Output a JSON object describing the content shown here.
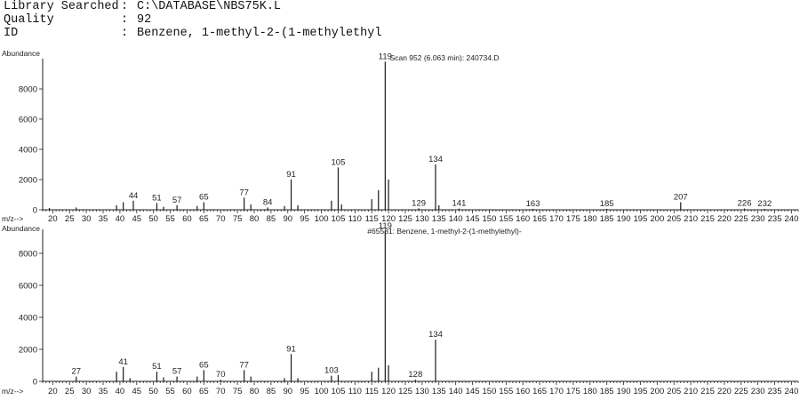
{
  "header": {
    "rows": [
      {
        "label": "Library Searched",
        "value": "C:\\DATABASE\\NBS75K.L"
      },
      {
        "label": "Quality",
        "value": "92"
      },
      {
        "label": "ID",
        "value": "Benzene, 1-methyl-2-(1-methylethyl"
      }
    ]
  },
  "chart_data": [
    {
      "type": "bar",
      "title": "Scan 952 (6.063 min): 240734.D",
      "ylabel": "Abundance",
      "xlabel": "m/z-->",
      "xlim": [
        17,
        242
      ],
      "ylim": [
        0,
        10000
      ],
      "yticks": [
        0,
        2000,
        4000,
        6000,
        8000
      ],
      "xticks": [
        20,
        25,
        30,
        35,
        40,
        45,
        50,
        55,
        60,
        65,
        70,
        75,
        80,
        85,
        90,
        95,
        100,
        105,
        110,
        115,
        120,
        125,
        130,
        135,
        140,
        145,
        150,
        155,
        160,
        165,
        170,
        175,
        180,
        185,
        190,
        195,
        200,
        205,
        210,
        215,
        220,
        225,
        230,
        235,
        240
      ],
      "peaks": [
        {
          "mz": 19,
          "abundance": 120
        },
        {
          "mz": 27,
          "abundance": 150
        },
        {
          "mz": 39,
          "abundance": 300
        },
        {
          "mz": 41,
          "abundance": 500
        },
        {
          "mz": 44,
          "abundance": 600,
          "label": "44"
        },
        {
          "mz": 51,
          "abundance": 450,
          "label": "51"
        },
        {
          "mz": 53,
          "abundance": 200
        },
        {
          "mz": 57,
          "abundance": 300,
          "label": "57"
        },
        {
          "mz": 63,
          "abundance": 250
        },
        {
          "mz": 65,
          "abundance": 500,
          "label": "65"
        },
        {
          "mz": 77,
          "abundance": 800,
          "label": "77"
        },
        {
          "mz": 79,
          "abundance": 350
        },
        {
          "mz": 84,
          "abundance": 150,
          "label": "84"
        },
        {
          "mz": 89,
          "abundance": 250
        },
        {
          "mz": 91,
          "abundance": 2000,
          "label": "91"
        },
        {
          "mz": 93,
          "abundance": 300
        },
        {
          "mz": 103,
          "abundance": 600
        },
        {
          "mz": 105,
          "abundance": 2800,
          "label": "105"
        },
        {
          "mz": 106,
          "abundance": 350
        },
        {
          "mz": 115,
          "abundance": 700
        },
        {
          "mz": 117,
          "abundance": 1300
        },
        {
          "mz": 119,
          "abundance": 9800,
          "label": "119"
        },
        {
          "mz": 120,
          "abundance": 2000
        },
        {
          "mz": 129,
          "abundance": 100,
          "label": "129"
        },
        {
          "mz": 134,
          "abundance": 3000,
          "label": "134"
        },
        {
          "mz": 135,
          "abundance": 300
        },
        {
          "mz": 141,
          "abundance": 80,
          "label": "141"
        },
        {
          "mz": 163,
          "abundance": 60,
          "label": "163"
        },
        {
          "mz": 185,
          "abundance": 60,
          "label": "185"
        },
        {
          "mz": 207,
          "abundance": 500,
          "label": "207"
        },
        {
          "mz": 226,
          "abundance": 80,
          "label": "226"
        },
        {
          "mz": 232,
          "abundance": 60,
          "label": "232"
        }
      ]
    },
    {
      "type": "bar",
      "title": "#65581: Benzene, 1-methyl-2-(1-methylethyl)-",
      "ylabel": "Abundance",
      "xlabel": "m/z-->",
      "xlim": [
        17,
        242
      ],
      "ylim": [
        0,
        9500
      ],
      "yticks": [
        0,
        2000,
        4000,
        6000,
        8000
      ],
      "xticks": [
        20,
        25,
        30,
        35,
        40,
        45,
        50,
        55,
        60,
        65,
        70,
        75,
        80,
        85,
        90,
        95,
        100,
        105,
        110,
        115,
        120,
        125,
        130,
        135,
        140,
        145,
        150,
        155,
        160,
        165,
        170,
        175,
        180,
        185,
        190,
        195,
        200,
        205,
        210,
        215,
        220,
        225,
        230,
        235,
        240
      ],
      "peaks": [
        {
          "mz": 27,
          "abundance": 300,
          "label": "27"
        },
        {
          "mz": 39,
          "abundance": 600
        },
        {
          "mz": 41,
          "abundance": 900,
          "label": "41"
        },
        {
          "mz": 43,
          "abundance": 200
        },
        {
          "mz": 51,
          "abundance": 600,
          "label": "51"
        },
        {
          "mz": 53,
          "abundance": 250
        },
        {
          "mz": 57,
          "abundance": 300,
          "label": "57"
        },
        {
          "mz": 63,
          "abundance": 300
        },
        {
          "mz": 65,
          "abundance": 700,
          "label": "65"
        },
        {
          "mz": 70,
          "abundance": 100,
          "label": "70"
        },
        {
          "mz": 77,
          "abundance": 700,
          "label": "77"
        },
        {
          "mz": 79,
          "abundance": 300
        },
        {
          "mz": 89,
          "abundance": 200
        },
        {
          "mz": 91,
          "abundance": 1700,
          "label": "91"
        },
        {
          "mz": 93,
          "abundance": 200
        },
        {
          "mz": 103,
          "abundance": 350,
          "label": "103"
        },
        {
          "mz": 105,
          "abundance": 400
        },
        {
          "mz": 115,
          "abundance": 600
        },
        {
          "mz": 117,
          "abundance": 850
        },
        {
          "mz": 119,
          "abundance": 9400,
          "label": "119"
        },
        {
          "mz": 120,
          "abundance": 1000
        },
        {
          "mz": 128,
          "abundance": 100,
          "label": "128"
        },
        {
          "mz": 134,
          "abundance": 2600,
          "label": "134"
        }
      ]
    }
  ]
}
